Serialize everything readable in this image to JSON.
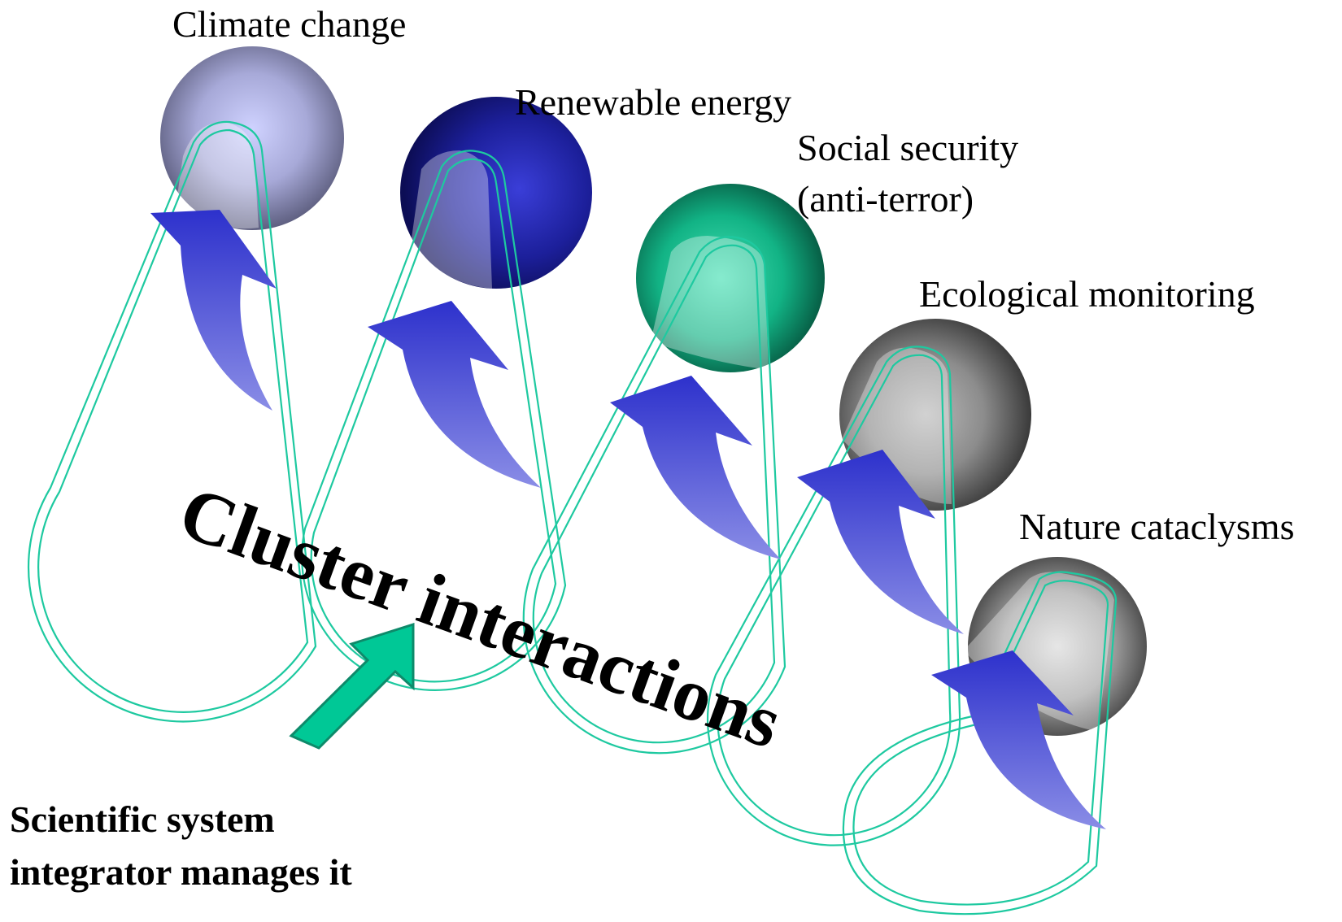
{
  "diagram": {
    "clusters": [
      {
        "label": "Climate change",
        "color": "#c8cbff"
      },
      {
        "label": "Renewable energy",
        "color": "#2a2ec8"
      },
      {
        "label_lines": [
          "Social security",
          "(anti-terror)"
        ],
        "color": "#19c99a"
      },
      {
        "label": "Ecological monitoring",
        "color": "#b8b8b8"
      },
      {
        "label": "Nature cataclysms",
        "color": "#cfcfcf"
      }
    ],
    "title": "Cluster interactions",
    "caption_lines": [
      "Scientific system",
      "integrator manages it"
    ],
    "colors": {
      "loop_line": "#1ec9a0",
      "blue_arrow": "#3a3fd0",
      "green_arrow": "#00c896"
    }
  }
}
